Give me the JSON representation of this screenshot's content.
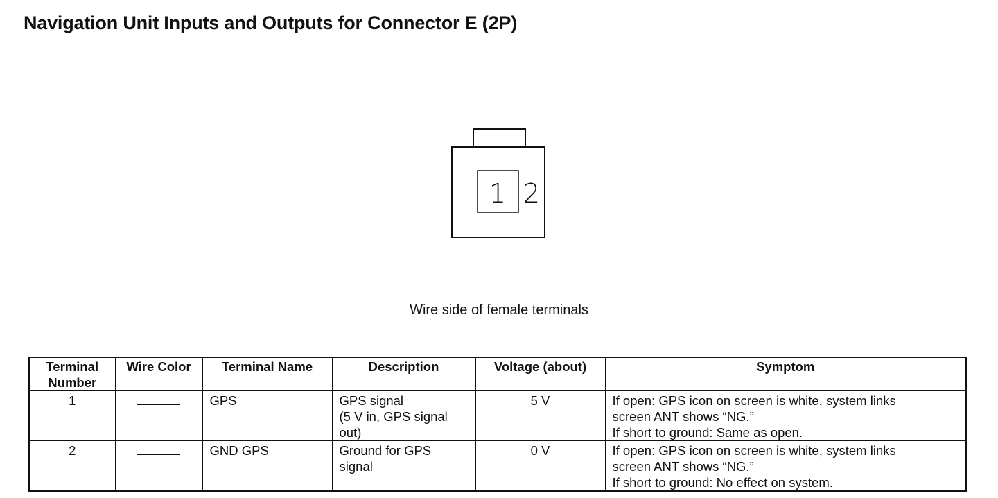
{
  "title": "Navigation Unit Inputs and Outputs for Connector E (2P)",
  "connector": {
    "pins": [
      "1",
      "2"
    ],
    "caption": "Wire side of female terminals"
  },
  "table": {
    "headers": {
      "terminal_number": [
        "Terminal",
        "Number"
      ],
      "wire_color": "Wire Color",
      "terminal_name": "Terminal Name",
      "description": "Description",
      "voltage": "Voltage (about)",
      "symptom": "Symptom"
    },
    "rows": [
      {
        "terminal_number": "1",
        "wire_color": "",
        "terminal_name": "GPS",
        "description": [
          "GPS signal",
          "(5 V in, GPS signal",
          "out)"
        ],
        "voltage": "5 V",
        "symptom": [
          "If open: GPS icon on screen is white, system links",
          "screen ANT shows “NG.”",
          "If short to ground: Same as open."
        ]
      },
      {
        "terminal_number": "2",
        "wire_color": "",
        "terminal_name": "GND GPS",
        "description": [
          "Ground for GPS",
          "signal"
        ],
        "voltage": "0 V",
        "symptom": [
          "If open: GPS icon on screen is white, system links",
          "screen ANT shows “NG.”",
          "If short to ground: No effect on system."
        ]
      }
    ]
  }
}
